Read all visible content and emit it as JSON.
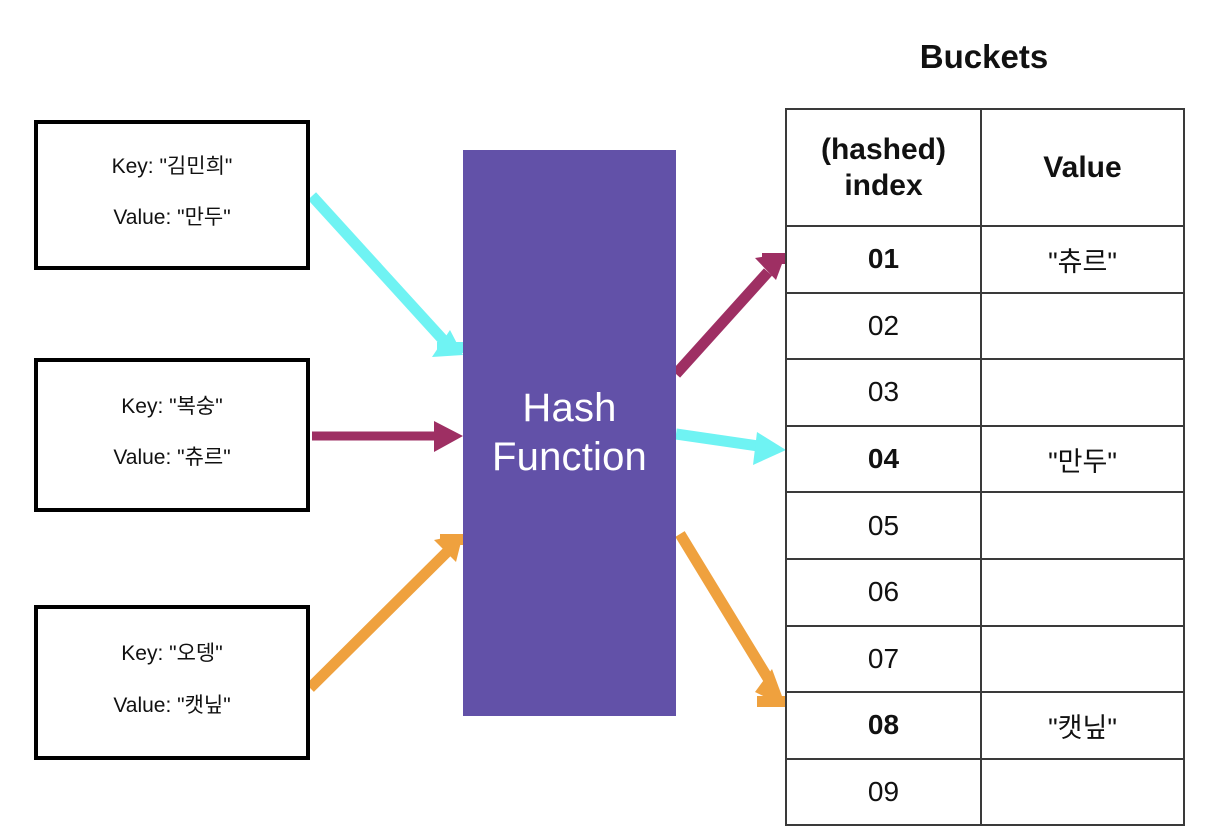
{
  "entries": [
    {
      "key_label": "Key: \"김민희\"",
      "value_label": "Value: \"만두\"",
      "arrow_color": "#6ff3f3",
      "arrow_name": "cyan"
    },
    {
      "key_label": "Key: \"복숭\"",
      "value_label": "Value: \"츄르\"",
      "arrow_color": "#9e2f63",
      "arrow_name": "maroon"
    },
    {
      "key_label": "Key: \"오뎅\"",
      "value_label": "Value: \"캣닢\"",
      "arrow_color": "#efa13e",
      "arrow_name": "orange"
    }
  ],
  "hash_block": {
    "line1": "Hash",
    "line2": "Function",
    "fill_color": "#6251a8",
    "text_color": "#ffffff"
  },
  "buckets": {
    "title": "Buckets",
    "columns": [
      "(hashed) index",
      "Value"
    ],
    "column_index_line1": "(hashed)",
    "column_index_line2": "index",
    "column_value": "Value",
    "rows": [
      {
        "index": "01",
        "value": "\"츄르\"",
        "filled": true
      },
      {
        "index": "02",
        "value": "",
        "filled": false
      },
      {
        "index": "03",
        "value": "",
        "filled": false
      },
      {
        "index": "04",
        "value": "\"만두\"",
        "filled": true
      },
      {
        "index": "05",
        "value": "",
        "filled": false
      },
      {
        "index": "06",
        "value": "",
        "filled": false
      },
      {
        "index": "07",
        "value": "",
        "filled": false
      },
      {
        "index": "08",
        "value": "\"캣닢\"",
        "filled": true
      },
      {
        "index": "09",
        "value": "",
        "filled": false
      }
    ]
  },
  "colors": {
    "cyan": "#6ff3f3",
    "maroon": "#9e2f63",
    "orange": "#efa13e",
    "purple": "#6251a8",
    "border": "#000000",
    "table_border": "#3a3a3a"
  }
}
